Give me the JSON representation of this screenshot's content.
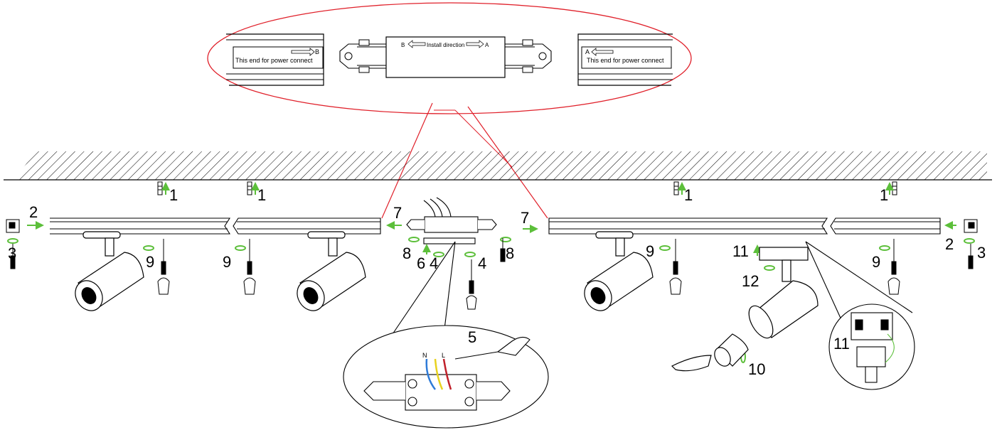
{
  "callout": {
    "left_label": "This end for power connect",
    "left_letter": "B",
    "center_label": "Install direction",
    "center_left_letter": "B",
    "center_right_letter": "A",
    "right_label": "This end for power connect",
    "right_letter": "A"
  },
  "steps": {
    "s1": "1",
    "s2": "2",
    "s3": "3",
    "s4": "4",
    "s5": "5",
    "s6": "6",
    "s7": "7",
    "s8": "8",
    "s9": "9",
    "s10": "10",
    "s11": "11",
    "s12": "12"
  },
  "wiring": {
    "n": "N",
    "l": "L"
  },
  "colors": {
    "line": "#000000",
    "callout": "#e0202a",
    "arrow": "#5cbf3a",
    "wire_blue": "#2e7bd8",
    "wire_red": "#c0202a",
    "wire_yellow": "#e8d21e"
  }
}
